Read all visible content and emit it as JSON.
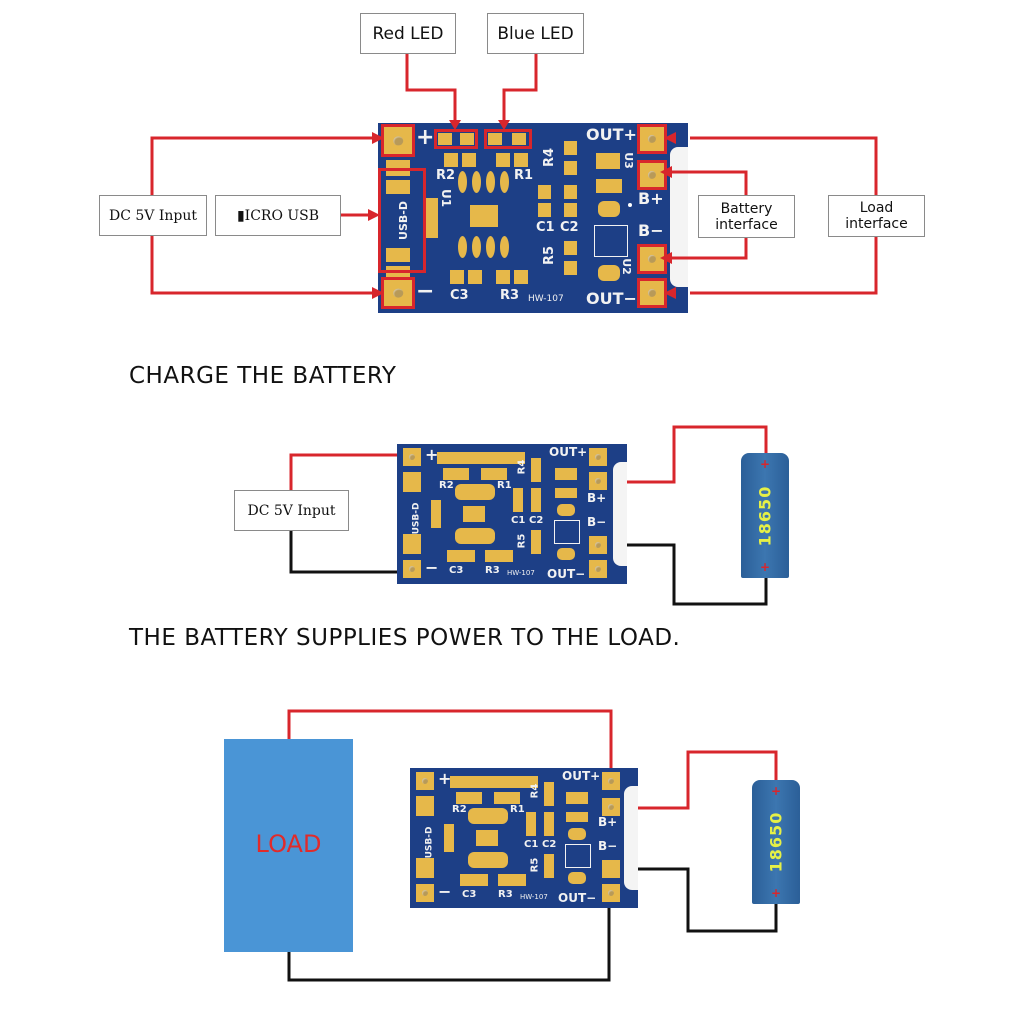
{
  "diagram": {
    "top": {
      "labels": {
        "red_led": "Red LED",
        "blue_led": "Blue LED",
        "dc_input": "DC 5V Input",
        "micro_usb": "▮ICRO USB",
        "battery_interface_line1": "Battery",
        "battery_interface_line2": "interface",
        "load_interface_line1": "Load",
        "load_interface_line2": "interface"
      }
    },
    "sections": [
      {
        "heading": "CHARGE THE BATTERY"
      },
      {
        "heading": "THE BATTERY SUPPLIES POWER TO THE LOAD."
      }
    ],
    "charge": {
      "dc_input": "DC 5V Input",
      "battery_label": "18650",
      "battery_plus": "+",
      "battery_minus": "+"
    },
    "discharge": {
      "load_label": "LOAD",
      "battery_label": "18650",
      "battery_plus": "+",
      "battery_minus": "+"
    },
    "pcb_silkscreen": {
      "plus": "+",
      "minus": "−",
      "r1": "R1",
      "r2": "R2",
      "r3": "R3",
      "r4": "R4",
      "r5": "R5",
      "c1": "C1",
      "c2": "C2",
      "c3": "C3",
      "u1": "U1",
      "u2": "U2",
      "u3": "U3",
      "usb": "USB-D",
      "model": "HW-107",
      "out_plus": "OUT+",
      "out_minus": "OUT−",
      "b_plus": "B+",
      "b_minus": "B−"
    },
    "colors": {
      "pcb": "#1d3f86",
      "pad": "#e6b84a",
      "wire_positive": "#d8262c",
      "wire_negative": "#111111",
      "battery": "#3c76b0",
      "battery_text": "#e6f046",
      "load": "#4a95d6",
      "load_text": "#e02b2b"
    }
  }
}
